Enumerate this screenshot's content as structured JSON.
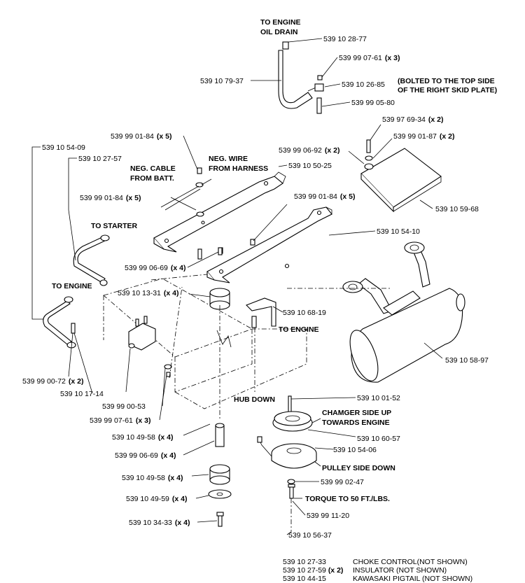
{
  "labels": {
    "to_engine_oil_drain_1": "TO ENGINE",
    "to_engine_oil_drain_2": "OIL DRAIN",
    "bolted_1": "(BOLTED TO THE TOP SIDE",
    "bolted_2": "OF THE RIGHT SKID PLATE)",
    "neg_cable_1": "NEG. CABLE",
    "neg_cable_2": "FROM BATT.",
    "neg_wire_1": "NEG. WIRE",
    "neg_wire_2": "FROM HARNESS",
    "to_starter": "TO STARTER",
    "to_engine_left": "TO ENGINE",
    "to_engine_mid": "TO ENGINE",
    "hub_down": "HUB DOWN",
    "changer_1": "CHAMGER SIDE UP",
    "changer_2": "TOWARDS ENGINE",
    "pulley_side_down": "PULLEY SIDE DOWN",
    "torque": "TORQUE TO 50 FT./LBS."
  },
  "parts": {
    "p_10_28_77": "539 10 28-77",
    "p_99_07_61_top": "539 99 07-61",
    "p_99_07_61_top_qty": "(x 3)",
    "p_10_79_37": "539 10 79-37",
    "p_10_26_85": "539 10 26-85",
    "p_99_05_80": "539 99 05-80",
    "p_97_69_34": "539 97 69-34",
    "p_97_69_34_qty": "(x 2)",
    "p_99_01_87": "539 99 01-87",
    "p_99_01_87_qty": "(x 2)",
    "p_99_06_92": "539 99 06-92",
    "p_99_06_92_qty": "(x 2)",
    "p_10_59_68": "539 10 59-68",
    "p_10_54_09": "539 10 54-09",
    "p_10_27_57": "539 10 27-57",
    "p_99_01_84_a": "539 99 01-84",
    "p_99_01_84_a_qty": "(x 5)",
    "p_10_50_25": "539 10 50-25",
    "p_99_01_84_b": "539 99 01-84",
    "p_99_01_84_b_qty": "(x 5)",
    "p_99_01_84_c": "539 99 01-84",
    "p_99_01_84_c_qty": "(x 5)",
    "p_10_54_10": "539 10 54-10",
    "p_99_06_69_a": "539 99 06-69",
    "p_99_06_69_a_qty": "(x 4)",
    "p_10_13_31": "539 10 13-31",
    "p_10_13_31_qty": "(x 4)",
    "p_10_68_19": "539 10 68-19",
    "p_10_58_97": "539 10 58-97",
    "p_99_00_72": "539 99 00-72",
    "p_99_00_72_qty": "(x 2)",
    "p_10_17_14": "539 10 17-14",
    "p_99_00_53": "539 99 00-53",
    "p_99_07_61_b": "539 99 07-61",
    "p_99_07_61_b_qty": "(x 3)",
    "p_10_01_52": "539 10 01-52",
    "p_10_49_58_a": "539 10 49-58",
    "p_10_49_58_a_qty": "(x 4)",
    "p_10_60_57": "539 10 60-57",
    "p_99_06_69_b": "539 99 06-69",
    "p_99_06_69_b_qty": "(x 4)",
    "p_10_54_06": "539 10 54-06",
    "p_10_49_58_b": "539 10 49-58",
    "p_10_49_58_b_qty": "(x 4)",
    "p_99_02_47": "539 99 02-47",
    "p_10_49_59": "539 10 49-59",
    "p_10_49_59_qty": "(x 4)",
    "p_10_34_33": "539 10 34-33",
    "p_10_34_33_qty": "(x 4)",
    "p_99_11_20": "539 99 11-20",
    "p_10_56_37": "539 10 56-37"
  },
  "notes": [
    {
      "part": "539 10 27-33",
      "qty": "",
      "desc": "CHOKE CONTROL(NOT SHOWN)"
    },
    {
      "part": "539 10 27-59",
      "qty": "(x 2)",
      "desc": "INSULATOR (NOT SHOWN)"
    },
    {
      "part": "539 10 44-15",
      "qty": "",
      "desc": "KAWASAKI PIGTAIL (NOT SHOWN)"
    }
  ]
}
